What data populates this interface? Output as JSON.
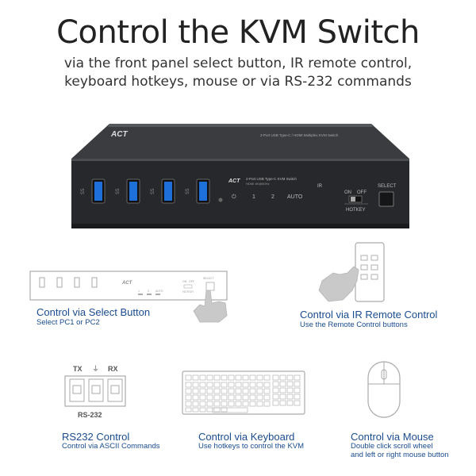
{
  "header": {
    "title": "Control the KVM Switch",
    "subtitle_line1": "via the front panel select button, IR remote control,",
    "subtitle_line2": "keyboard hotkeys, mouse or via RS-232 commands"
  },
  "device": {
    "brand": "ACT",
    "top_label": "2-Port USB Type-C / HDMI Multiplex KVM Switch",
    "model_line1": "2-Port USB Type-C KVM Switch",
    "model_line2": "HDMI 4K@60Hz",
    "power_symbol": "⏻",
    "led_1": "1",
    "led_2": "2",
    "led_auto": "AUTO",
    "ir_label": "IR",
    "switch_on": "ON",
    "switch_off": "OFF",
    "hotkey_label": "HOTKEY",
    "select_label": "SELECT",
    "usb_port_count": 4
  },
  "mini_device": {
    "brand": "ACT",
    "led_1": "1",
    "led_2": "2",
    "led_auto": "AUTO",
    "switch_on": "ON",
    "switch_off": "OFF",
    "hotkey_label": "HOTKEY",
    "select_label": "SELECT"
  },
  "methods": {
    "select_button": {
      "title": "Control via Select Button",
      "desc": "Select PC1 or PC2"
    },
    "ir_remote": {
      "title": "Control via IR Remote Control",
      "desc": "Use the Remote Control buttons"
    },
    "rs232": {
      "title": "RS232 Control",
      "desc": "Control via ASCII Commands",
      "pin_tx": "TX",
      "pin_gnd": "⏚",
      "pin_rx": "RX",
      "connector_label": "RS-232"
    },
    "keyboard": {
      "title": "Control via Keyboard",
      "desc": "Use hotkeys to control the KVM"
    },
    "mouse": {
      "title": "Control via Mouse",
      "desc_line1": "Double click scroll wheel",
      "desc_line2": "and left or right mouse button"
    }
  },
  "colors": {
    "caption": "#1a4c8f",
    "device_body": "#2b2d30",
    "usb_blue": "#1e6fd9"
  }
}
